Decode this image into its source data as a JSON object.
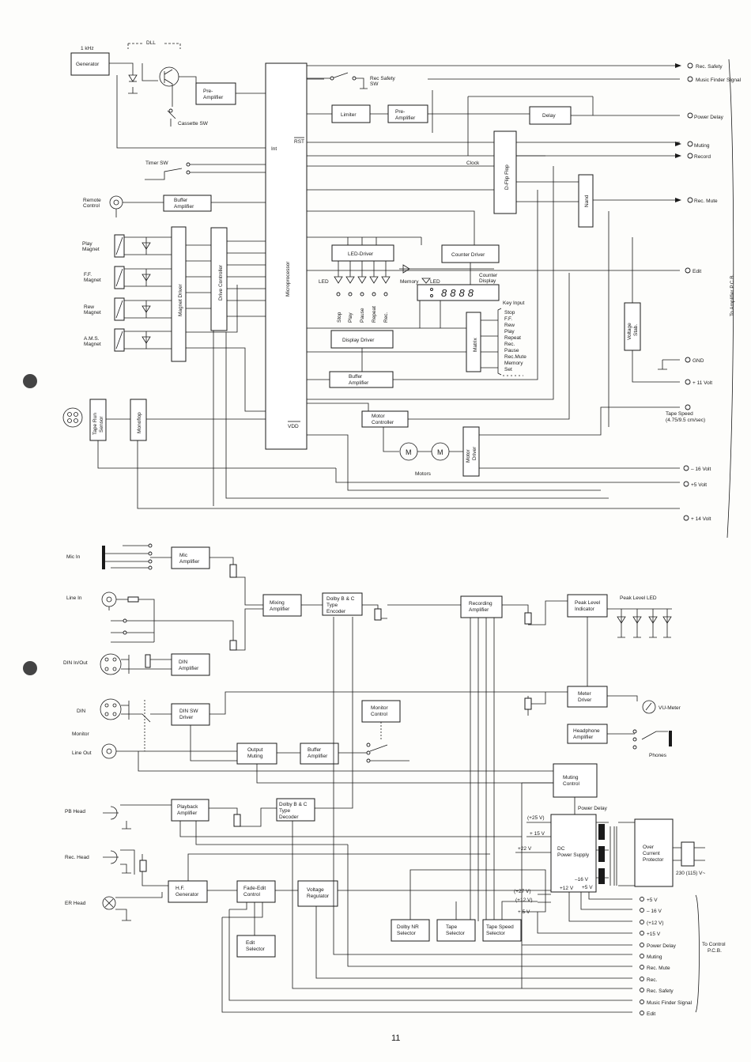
{
  "top": {
    "freq_label": "1 kHz",
    "dll_label": "DLL",
    "blocks": {
      "generator": "Generator",
      "pre_amp_1": [
        "Pre-",
        "Amplifier"
      ],
      "limiter": "Limiter",
      "pre_amp_2": [
        "Pre-",
        "Amplifier"
      ],
      "delay": "Delay",
      "buffer_amp_remote": [
        "Buffer",
        "Amplifier"
      ],
      "d_flip_flop": "D-Flip Flop",
      "nand": "Nand",
      "microprocessor": "Microprocessor",
      "magnet_driver": "Magnet Driver",
      "drive_controller": "Drive Controller",
      "led_driver": "LED-Driver",
      "counter_driver": "Counter Driver",
      "display_driver": "Display Driver",
      "matrix": "Matrix",
      "buffer_amp_2": [
        "Buffer",
        "Amplifier"
      ],
      "voltage_stab": [
        "Voltage",
        "Stab."
      ],
      "tape_run_sensor": [
        "Tape Run",
        "Sensor"
      ],
      "monoflop": "Monoflop",
      "motor_controller": [
        "Motor",
        "Controller"
      ],
      "motor_driver": [
        "Motor",
        "Driver"
      ]
    },
    "labels": {
      "cassette_sw": "Cassette SW",
      "rec_safety_sw": [
        "Rec Safety",
        "SW"
      ],
      "timer_sw": "Timer SW",
      "remote_control": [
        "Remote",
        "Control"
      ],
      "int": "Int",
      "rst": "RST",
      "clock": "Clock",
      "vdd": "VDD",
      "led": "LED",
      "memory_led": "Memory",
      "memory_led_suffix": "LED",
      "counter_display": [
        "Counter",
        "Display"
      ],
      "motors": "Motors",
      "motor_glyph": "M",
      "display_digits": "8888",
      "key_input": "Key Input",
      "key_list": [
        "Stop",
        "F.F.",
        "Rew",
        "Play",
        "Repeat",
        "Rec.",
        "Pause",
        "Rec.Mute",
        "Memory",
        "Set"
      ],
      "led_names": [
        "Stop",
        "Play",
        "Pause",
        "Repeat",
        "Rec."
      ],
      "magnets": [
        [
          "Play",
          "Magnet"
        ],
        [
          "F.F.",
          "Magnet"
        ],
        [
          "Rew",
          "Magnet"
        ],
        [
          "A.M.S.",
          "Magnet"
        ]
      ],
      "side_label": "To Amplifier P.C.B.",
      "tape_speed": [
        "Tape Speed",
        "(4.75/9.5 cm/sec)"
      ]
    },
    "outputs": [
      "Rec. Safety",
      "Music Finder Signal",
      "Power Delay",
      "Muting",
      "Record",
      "Rec. Mute",
      "Edit",
      "GND",
      "+ 11 Volt",
      "– 16 Volt",
      "+5 Volt",
      "+ 14 Volt"
    ]
  },
  "bottom": {
    "inputs": [
      "Mic In",
      "Line In",
      "DIN In/Out",
      "DIN",
      "Monitor",
      "Line Out",
      "PB Head",
      "Rec. Head",
      "ER Head"
    ],
    "blocks": {
      "mic_amp": [
        "Mic",
        "Amplifier"
      ],
      "mixing_amp": [
        "Mixing",
        "Amplifier"
      ],
      "dolby_encoder": [
        "Dolby B & C",
        "Type",
        "Encoder"
      ],
      "recording_amp": [
        "Recording",
        "Amplifier"
      ],
      "peak_level_indicator": [
        "Peak Level",
        "Indicator"
      ],
      "din_amp": [
        "DIN",
        "Amplifier"
      ],
      "din_sw_driver": [
        "DIN SW",
        "Driver"
      ],
      "monitor_control": [
        "Monitor",
        "Control"
      ],
      "meter_driver": [
        "Meter",
        "Driver"
      ],
      "output_muting": [
        "Output",
        "Muting"
      ],
      "buffer_amp": [
        "Buffer",
        "Amplifier"
      ],
      "headphone_amp": [
        "Headphone",
        "Amplifier"
      ],
      "muting_control": [
        "Muting",
        "Control"
      ],
      "playback_amp": [
        "Playback",
        "Amplifier"
      ],
      "dolby_decoder": [
        "Dolby B & C",
        "Type",
        "Decoder"
      ],
      "dc_power_supply": [
        "DC",
        "Power Supply"
      ],
      "over_current": [
        "Over",
        "Current",
        "Protector"
      ],
      "hf_generator": [
        "H.F.",
        "Generator"
      ],
      "fade_edit": [
        "Fade-Edit",
        "Control"
      ],
      "voltage_regulator": [
        "Voltage",
        "Regulator"
      ],
      "edit_selector": [
        "Edit",
        "Selector"
      ],
      "dolby_nr_selector": [
        "Dolby NR",
        "Selector"
      ],
      "tape_selector": [
        "Tape",
        "Selector"
      ],
      "tape_speed_selector": [
        "Tape Speed",
        "Selector"
      ]
    },
    "labels": {
      "peak_level_led": "Peak Level LED",
      "vu_meter": "VU-Meter",
      "phones": "Phones",
      "power_delay": "Power Delay",
      "mains": "230 (115) V~",
      "to_control": [
        "To Control",
        "P.C.B."
      ],
      "supply_rails": [
        "(+25 V)",
        "+ 15 V",
        "+22 V",
        "–16 V",
        "+12 V",
        "+5 V",
        "(+27 V)",
        "(+12 V)",
        "+ 5 V"
      ]
    },
    "outputs": [
      "+5 V",
      "– 16 V",
      "(+12 V)",
      "+15 V",
      "Power Delay",
      "Muting",
      "Rec. Mute",
      "Rec.",
      "Rec. Safety",
      "Music Finder Signal",
      "Edit"
    ]
  },
  "page_number": "11"
}
